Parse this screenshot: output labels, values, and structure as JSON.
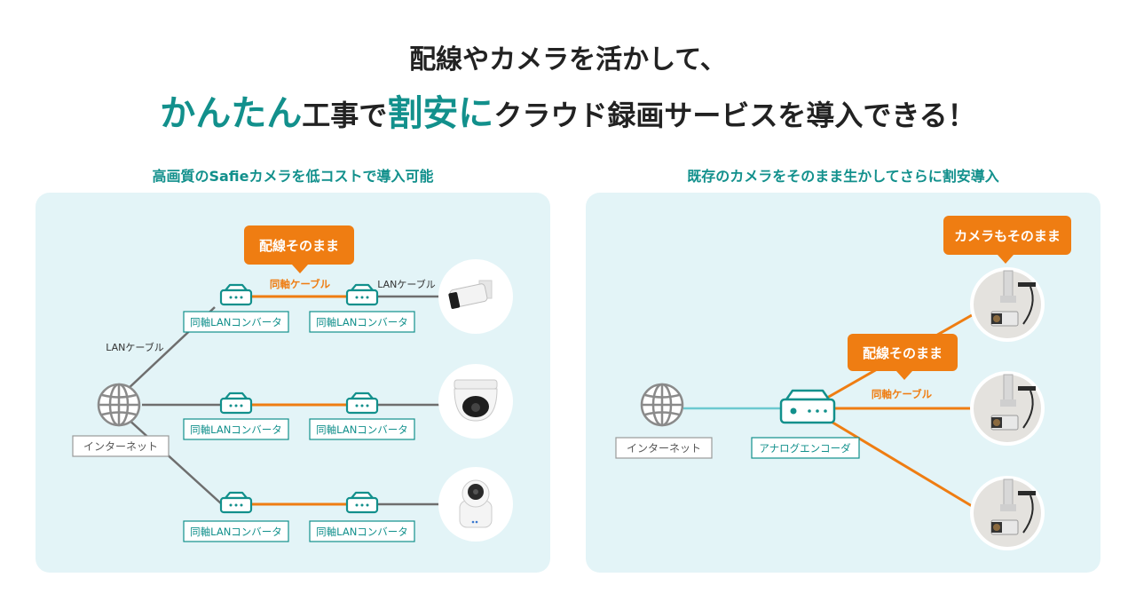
{
  "header": {
    "line1": "配線やカメラを活かして、",
    "line2_part1": "かんたん",
    "line2_part2": "工事で",
    "line2_part3": "割安に",
    "line2_part4": "クラウド録画サービスを導入できる！"
  },
  "left": {
    "subtitle": "高画質のSafieカメラを低コストで導入可能",
    "callout": "配線そのまま",
    "coax_label": "同軸ケーブル",
    "lan_label_right": "LANケーブル",
    "lan_label_left": "LANケーブル",
    "internet_label": "インターネット",
    "converter_label": "同軸LANコンバータ"
  },
  "right": {
    "subtitle": "既存のカメラをそのまま生かしてさらに割安導入",
    "callout_cameras": "カメラもそのまま",
    "callout_wiring": "配線そのまま",
    "coax_label": "同軸ケーブル",
    "internet_label": "インターネット",
    "encoder_label": "アナログエンコーダ"
  },
  "colors": {
    "teal": "#12908c",
    "orange": "#ef7d12",
    "gray_line": "#6e6e6e",
    "panel_bg": "#e3f4f7",
    "internet_line": "#6cc9d0"
  },
  "icons": [
    "globe-icon",
    "converter-icon",
    "encoder-icon",
    "bullet-camera-icon",
    "dome-camera-icon",
    "ptz-camera-icon",
    "analog-camera-icon"
  ]
}
